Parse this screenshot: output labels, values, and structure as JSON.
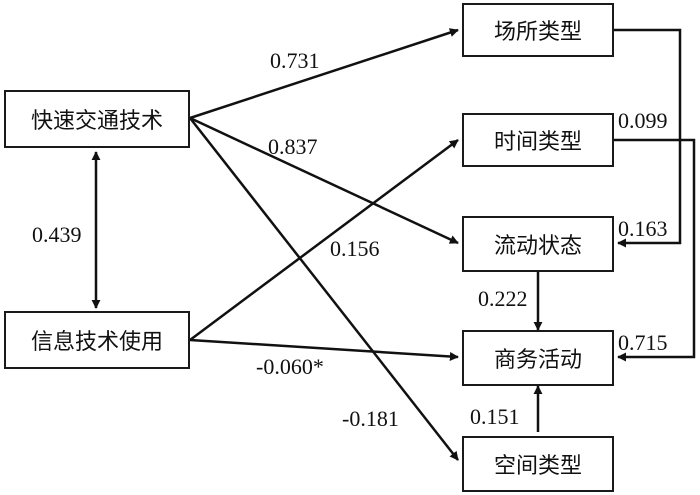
{
  "nodes": {
    "kuaisu": "快速交通技术",
    "xinxi": "信息技术使用",
    "changsuo": "场所类型",
    "shijian": "时间类型",
    "liudong": "流动状态",
    "shangwu": "商务活动",
    "kongjian": "空间类型"
  },
  "coefficients": {
    "kuaisu_changsuo": "0.731",
    "kuaisu_liudong": "0.837",
    "kuaisu_xinxi": "0.439",
    "xinxi_shijian": "0.156",
    "xinxi_shangwu": "-0.060*",
    "kuaisu_kongjian": "-0.181",
    "changsuo_liudong": "0.163",
    "shijian_shangwu": "0.099",
    "liudong_shangwu": "0.222",
    "changsuo_shangwu": "0.715",
    "kongjian_shangwu": "0.151"
  }
}
